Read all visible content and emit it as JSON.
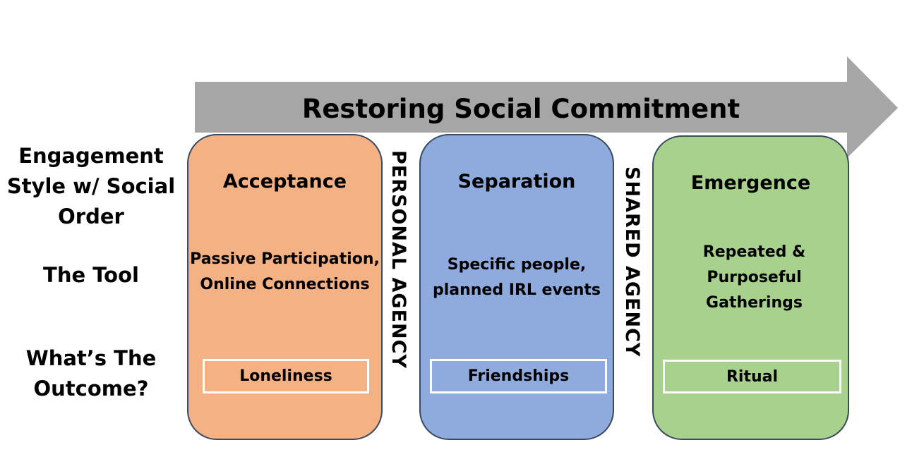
{
  "arrow": {
    "title": "Restoring Social Commitment",
    "color": "#a6a6a6"
  },
  "row_labels": {
    "engagement": "Engagement Style w/ Social Order",
    "tool": "The Tool",
    "outcome": "What’s The Outcome?"
  },
  "stages": [
    {
      "title": "Acceptance",
      "tool": "Passive Participation, Online Connections",
      "outcome": "Loneliness",
      "color": "#f4b183"
    },
    {
      "title": "Separation",
      "tool": "Specific people, planned IRL events",
      "outcome": "Friendships",
      "color": "#8faadc"
    },
    {
      "title": "Emergence",
      "tool": "Repeated & Purposeful Gatherings",
      "outcome": "Ritual",
      "color": "#a9d18e"
    }
  ],
  "agency": {
    "personal": "PERSONAL AGENCY",
    "shared": "SHARED AGENCY"
  }
}
